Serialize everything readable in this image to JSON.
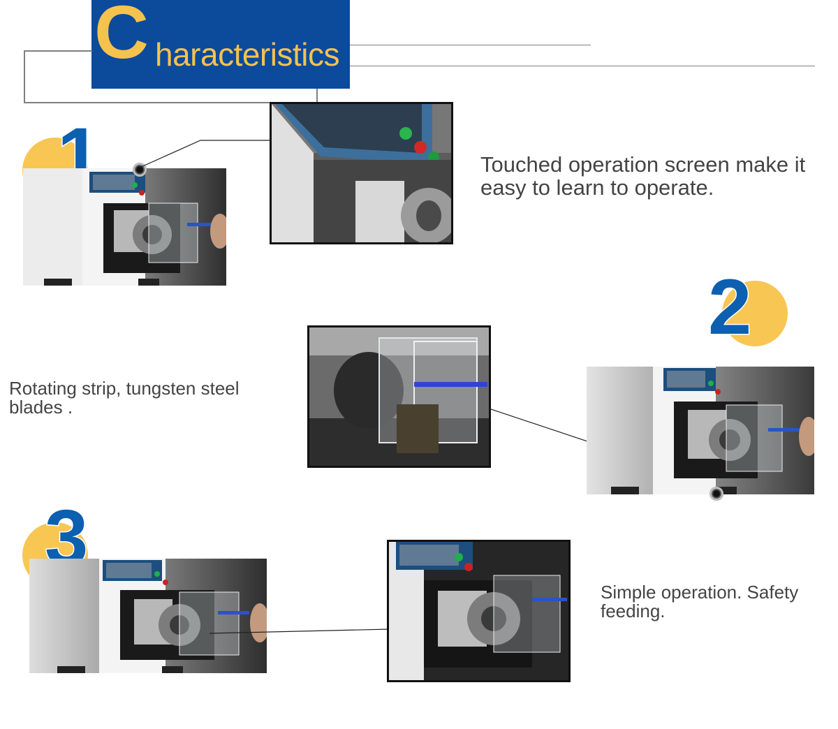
{
  "header": {
    "big_letter": "C",
    "rest": "haracteristics",
    "colors": {
      "box": "#0c4a9c",
      "text": "#f6c24e"
    }
  },
  "features": [
    {
      "number": "1",
      "caption": "Touched operation screen make it easy to learn to operate."
    },
    {
      "number": "2",
      "caption": "Rotating strip, tungsten steel blades ."
    },
    {
      "number": "3",
      "caption": "Simple operation. Safety feeding."
    }
  ],
  "colors": {
    "number_circle": "#f8c653",
    "number_digit": "#0d5fb0",
    "caption": "#444444"
  }
}
